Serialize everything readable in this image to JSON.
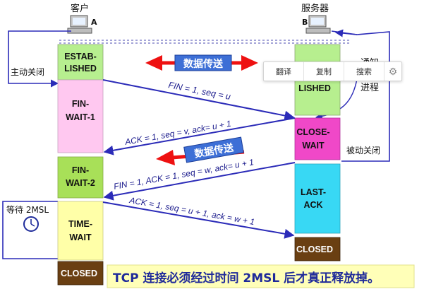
{
  "hosts": {
    "client": {
      "label": "客户",
      "id": "A"
    },
    "server": {
      "label": "服务器",
      "id": "B"
    }
  },
  "client_states": [
    {
      "line1": "ESTAB-",
      "line2": "LISHED",
      "color": "#b7ef8f"
    },
    {
      "line1": "FIN-",
      "line2": "WAIT-1",
      "color": "#ffc8f0"
    },
    {
      "line1": "FIN-",
      "line2": "WAIT-2",
      "color": "#a8e058"
    },
    {
      "line1": "TIME-",
      "line2": "WAIT",
      "color": "#ffffa8"
    },
    {
      "line1": "CLOSED",
      "color": "#6a3f12"
    }
  ],
  "server_states": [
    {
      "line1": "LISHED",
      "color": "#b7ef8f"
    },
    {
      "line1": "CLOSE-",
      "line2": "WAIT",
      "color": "#f048c8"
    },
    {
      "line1": "LAST-",
      "line2": "ACK",
      "color": "#38d8f4"
    },
    {
      "line1": "CLOSED",
      "color": "#6a3f12"
    }
  ],
  "messages": [
    "FIN = 1, seq = u",
    "ACK = 1, seq = v, ack= u + 1",
    "FIN = 1, ACK = 1, seq = w, ack= u + 1",
    "ACK = 1, seq = u + 1, ack = w + 1"
  ],
  "labels": {
    "active_close": "主动关闭",
    "passive_close": "被动关闭",
    "notify": "通知",
    "process": "进程",
    "wait_2msl": "等待 2MSL",
    "data_transfer": "数据传送"
  },
  "banner": {
    "text": "TCP 连接必须经过时间 2MSL 后才真正释放掉。"
  },
  "toolbar": {
    "translate": "翻译",
    "copy": "复制",
    "search": "搜索",
    "settings_icon": "gear-icon"
  },
  "colors": {
    "arrow": "#2b2bb8",
    "big_arrow": "#ee1111",
    "data_box": "#3d6fd6",
    "data_text": "#ffffff",
    "banner_bg": "#ffffb8",
    "banner_text": "#1f2a9a",
    "closed_text": "#ffffff"
  }
}
